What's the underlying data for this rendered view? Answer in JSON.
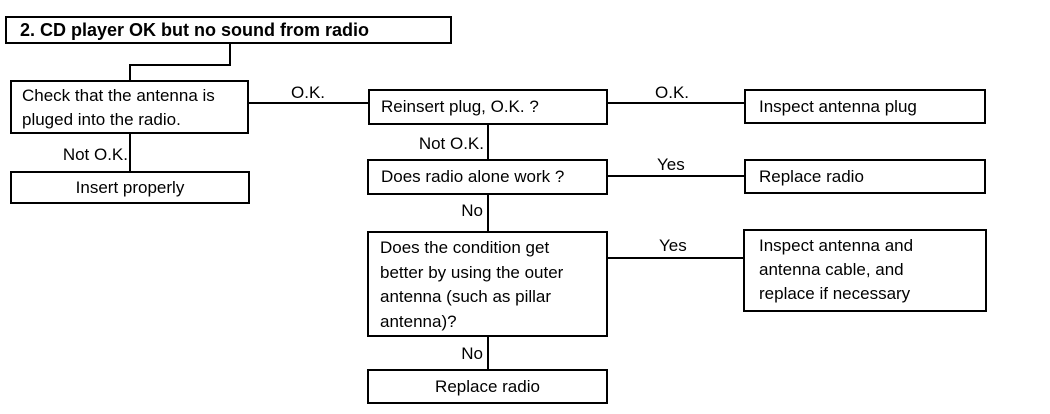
{
  "title": "2. CD player OK but no sound from radio",
  "nodes": {
    "check_antenna": "Check that the antenna is\npluged into the radio.",
    "insert_properly": "Insert properly",
    "reinsert_plug": "Reinsert plug, O.K. ?",
    "inspect_plug": "Inspect antenna plug",
    "does_radio_work": "Does radio alone work ?",
    "replace_radio_right": "Replace radio",
    "condition_better": "Does the condition get\nbetter by using the outer\nantenna (such as pillar\nantenna)?",
    "inspect_cable": "Inspect antenna and\nantenna cable, and\nreplace if necessary",
    "replace_radio_bottom": "Replace radio"
  },
  "edge_labels": {
    "ok_1": "O.K.",
    "ok_2": "O.K.",
    "not_ok_1": "Not O.K.",
    "not_ok_2": "Not O.K.",
    "yes_1": "Yes",
    "yes_2": "Yes",
    "no_1": "No",
    "no_2": "No"
  },
  "colors": {
    "line": "#000000",
    "text": "#000000",
    "background": "#ffffff"
  }
}
